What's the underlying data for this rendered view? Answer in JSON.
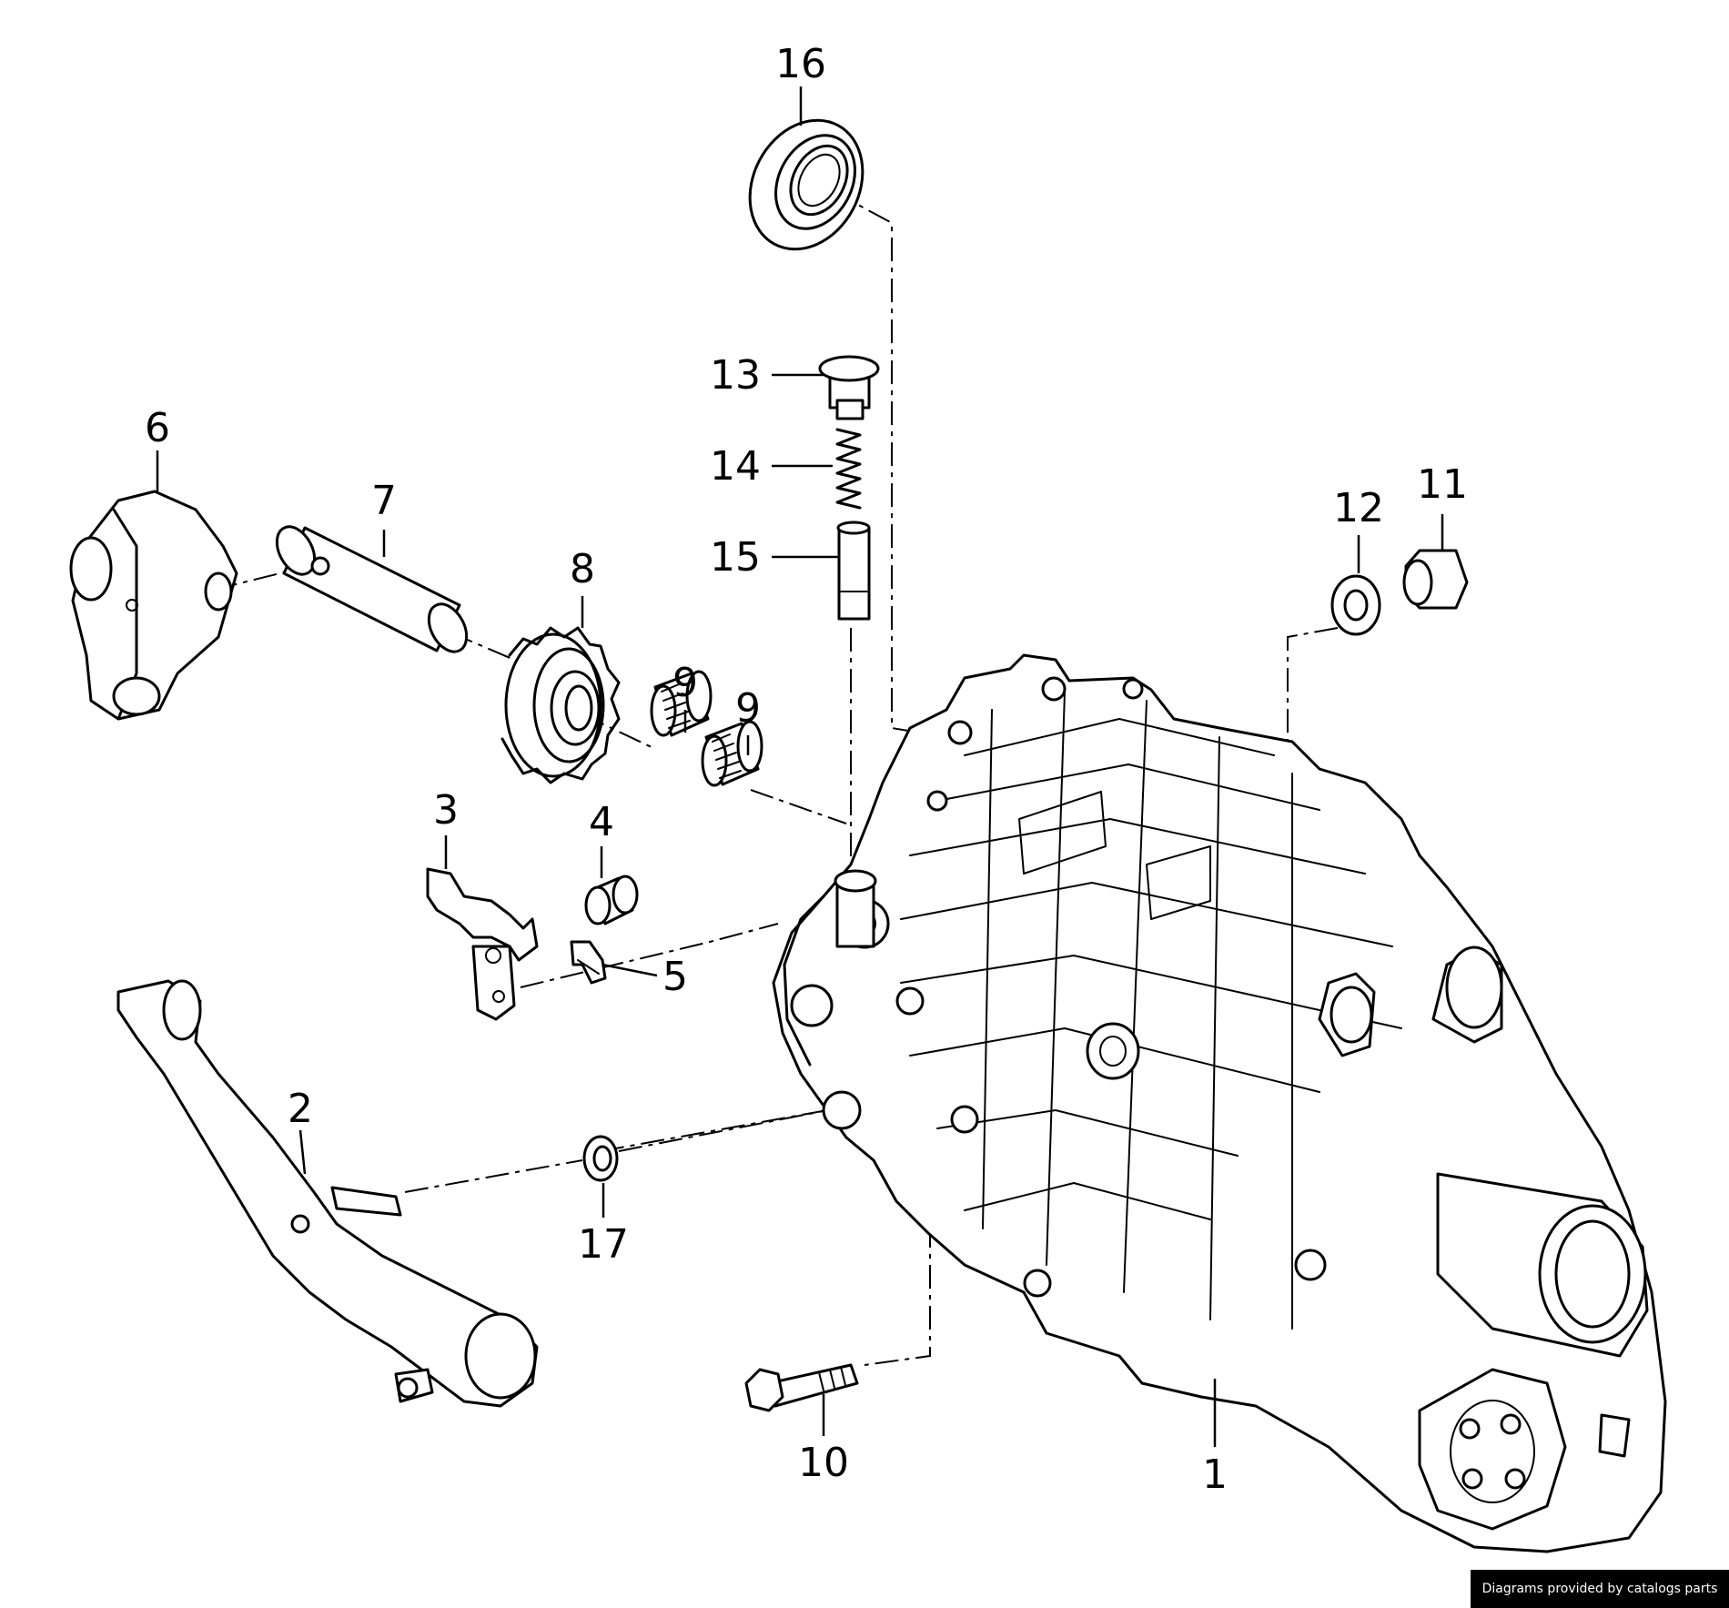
{
  "diagram": {
    "callouts": {
      "c1": "1",
      "c2": "2",
      "c3": "3",
      "c4": "4",
      "c5": "5",
      "c6": "6",
      "c7": "7",
      "c8": "8",
      "c9a": "9",
      "c9b": "9",
      "c10": "10",
      "c11": "11",
      "c12": "12",
      "c13": "13",
      "c14": "14",
      "c15": "15",
      "c16": "16",
      "c17": "17"
    }
  },
  "footer": {
    "credit": "Diagrams provided by catalogs parts"
  }
}
